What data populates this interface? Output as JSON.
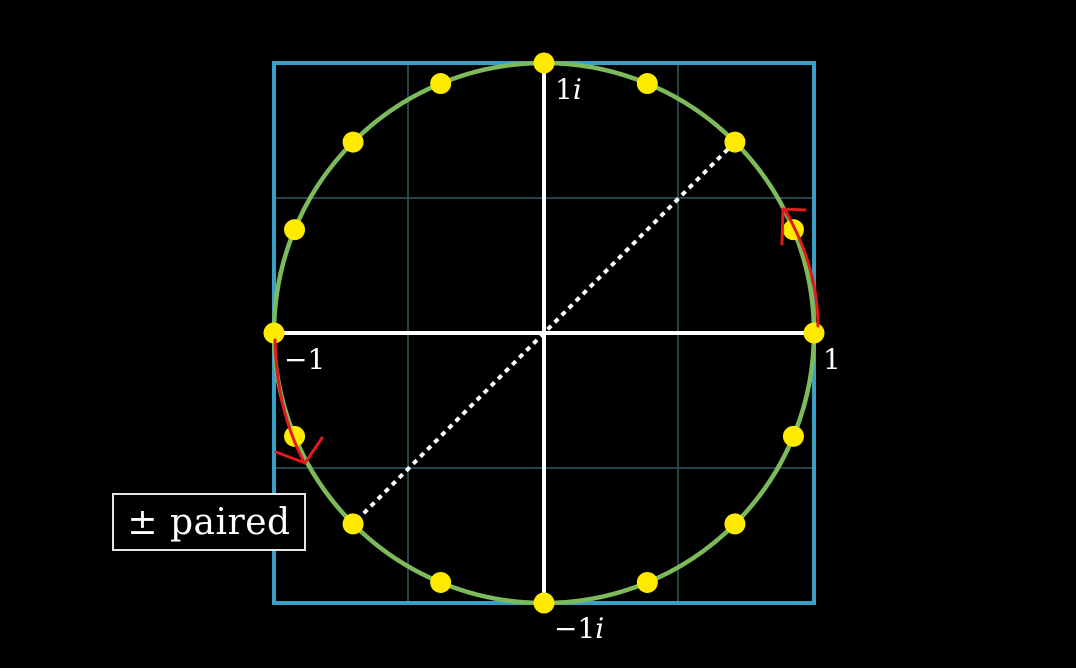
{
  "diagram": {
    "labels": {
      "real_positive": "1",
      "real_negative": "−1",
      "imag_positive_num": "1",
      "imag_positive_unit": "i",
      "imag_negative_num": "−1",
      "imag_negative_unit": "i"
    },
    "annotation": "± paired",
    "roots": {
      "count": 16,
      "pair_angles_deg": [
        45,
        225
      ]
    },
    "colors": {
      "background": "#000000",
      "frame": "#3aa0c8",
      "grid": "#2d5a66",
      "circle": "#7dba5c",
      "axes": "#ffffff",
      "dots": "#ffea00",
      "arrows": "#e01b1b",
      "pair_line": "#ffffff"
    }
  }
}
